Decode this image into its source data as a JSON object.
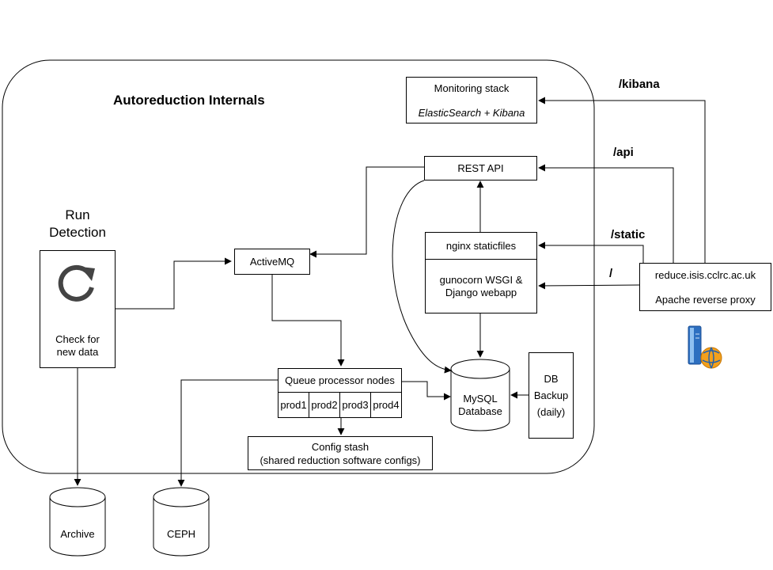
{
  "title": "Autoreduction Internals",
  "run_detection": {
    "heading_line1": "Run",
    "heading_line2": "Detection",
    "check_line1": "Check for",
    "check_line2": "new data"
  },
  "activemq": "ActiveMQ",
  "queue": {
    "title": "Queue processor nodes",
    "nodes": [
      "prod1",
      "prod2",
      "prod3",
      "prod4"
    ]
  },
  "config": {
    "line1": "Config stash",
    "line2": "(shared reduction software configs)"
  },
  "archive": "Archive",
  "ceph": "CEPH",
  "mysql": {
    "line1": "MySQL",
    "line2": "Database"
  },
  "db_backup": {
    "line1": "DB",
    "line2": "Backup",
    "line3": "(daily)"
  },
  "monitoring": {
    "line1": "Monitoring stack",
    "line2": "ElasticSearch + Kibana"
  },
  "rest_api": "REST API",
  "nginx": "nginx staticfiles",
  "gunicorn": {
    "line1": "gunocorn WSGI &",
    "line2": "Django webapp"
  },
  "proxy": {
    "line1": "reduce.isis.cclrc.ac.uk",
    "line2": "Apache reverse proxy"
  },
  "routes": {
    "kibana": "/kibana",
    "api": "/api",
    "static": "/static",
    "root": "/"
  },
  "icons": {
    "refresh": "refresh-icon",
    "server": "server-globe-icon"
  }
}
